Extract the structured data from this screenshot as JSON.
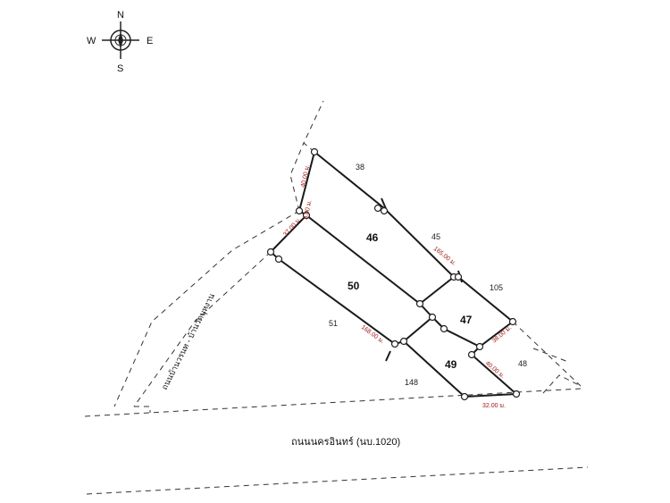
{
  "compass": {
    "north": "N",
    "south": "S",
    "east": "E",
    "west": "W"
  },
  "roads": {
    "main": "ถนนนครอินทร์ (นบ.1020)",
    "side": "ถนนบ้านวรนท - บ้านวัดบุหงาน"
  },
  "lots": [
    "46",
    "50",
    "47",
    "49"
  ],
  "adjacent_lots": [
    "38",
    "45",
    "105",
    "51",
    "148",
    "48"
  ],
  "dimensions": {
    "west_upper": "40.00 ม.",
    "west_small": "8.00 ม.",
    "west_lower": "37.00 ม.",
    "ne_long": "165.00 ม.",
    "sw_long": "168.00 ม.",
    "east_upper": "38.00 ม.",
    "east_lower": "40.00 ม.",
    "south": "32.00 ม."
  },
  "colors": {
    "line": "#1a1a1a",
    "dimension_text": "#a01818",
    "background": "#ffffff"
  }
}
